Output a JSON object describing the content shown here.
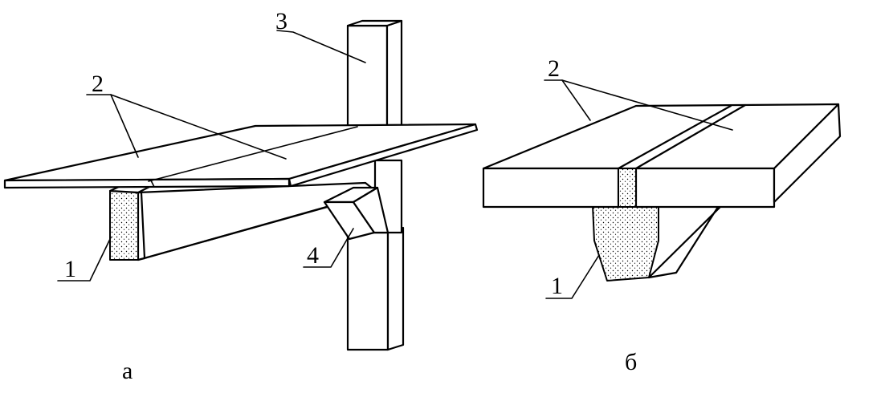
{
  "labels": {
    "a_beam": "1",
    "a_slabs": "2",
    "a_column": "3",
    "a_console": "4",
    "b_slabs": "2",
    "b_beam": "1"
  },
  "captions": {
    "fig_a": "а",
    "fig_b": "б"
  }
}
